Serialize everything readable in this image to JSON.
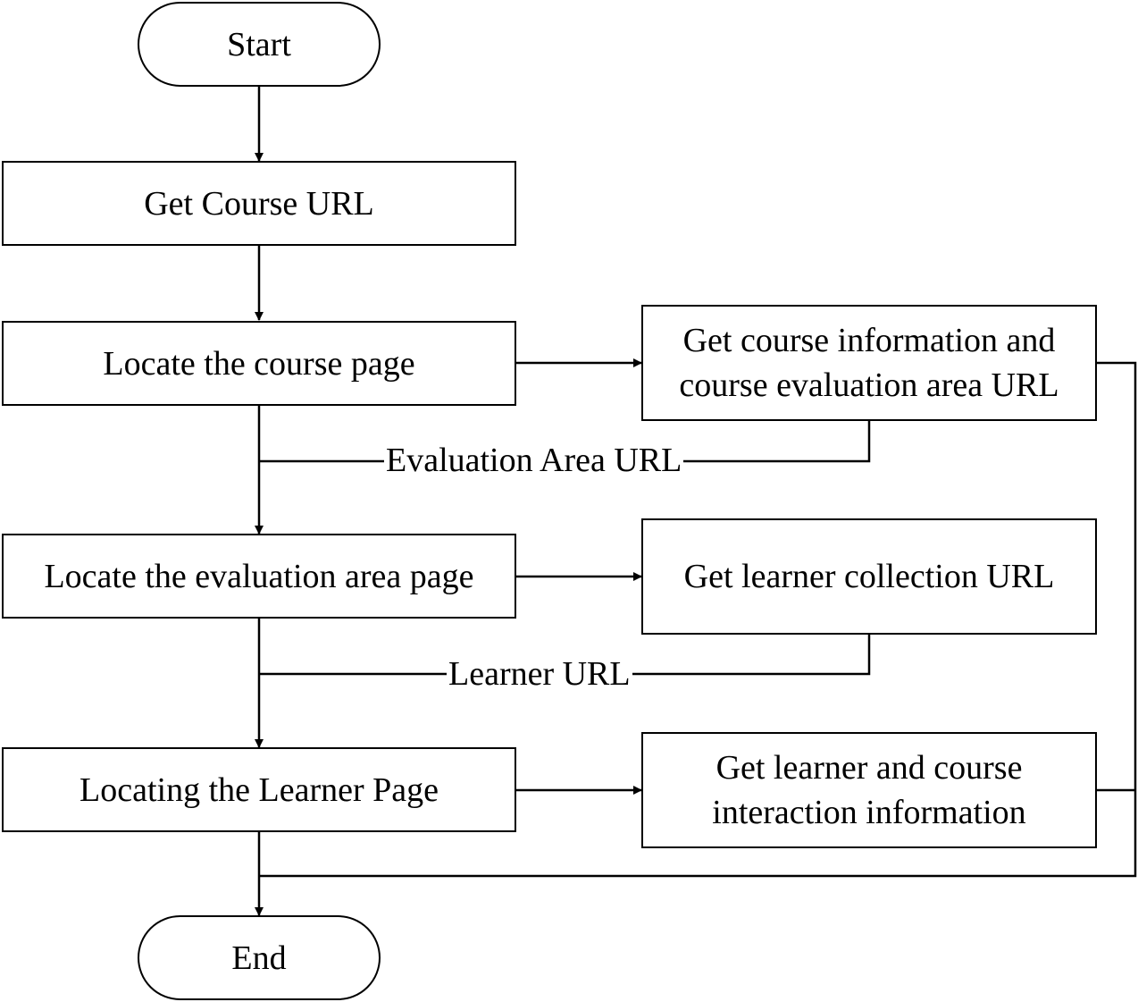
{
  "nodes": {
    "start": "Start",
    "get_course_url": "Get Course URL",
    "locate_course_page": "Locate the course page",
    "get_course_info": [
      "Get course information and",
      "course evaluation area URL"
    ],
    "locate_eval_page": "Locate the evaluation area page",
    "get_learner_collection": "Get learner collection URL",
    "locate_learner_page": "Locating the Learner Page",
    "get_learner_interaction": [
      "Get learner and course",
      "interaction information"
    ],
    "end": "End"
  },
  "edge_labels": {
    "evaluation_area_url": "Evaluation Area URL",
    "learner_url": "Learner URL"
  }
}
